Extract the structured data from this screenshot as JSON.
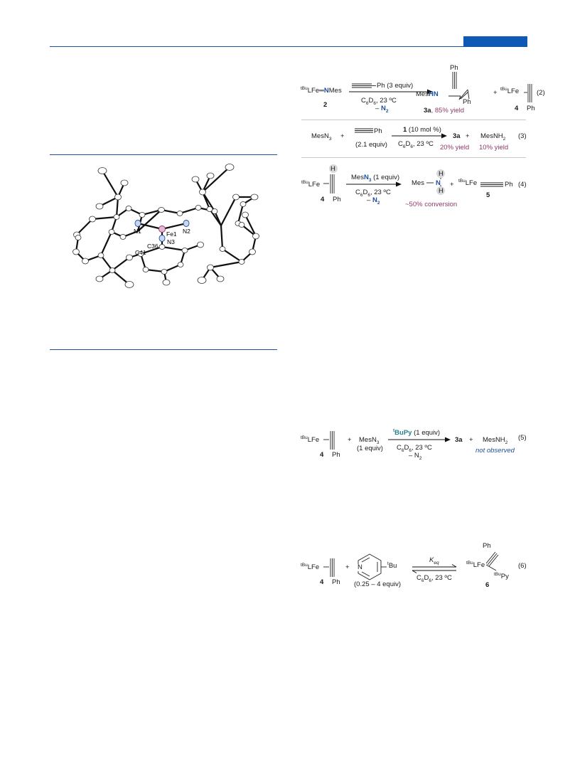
{
  "ortep": {
    "labels": {
      "n1": "N1",
      "n2": "N2",
      "n3": "N3",
      "fe1": "Fe1",
      "c36": "C36",
      "c41": "C41"
    }
  },
  "eq2": {
    "number": "(2)",
    "reactant": {
      "sup": "tBu",
      "text": "LFe",
      "bond": "═",
      "n": "N",
      "tail": "Mes",
      "id": "2"
    },
    "arrow_top": "Ph (3 equiv)",
    "arrow_bottom1": "C6D6, 23 ºC",
    "arrow_bottom2": "– N2",
    "product": {
      "mes": "Mes",
      "hn": "HN",
      "ph_top": "Ph",
      "ph_side": "Ph",
      "id": "3a",
      "yield": ", 85% yield"
    },
    "plus": "+",
    "side": {
      "sup": "tBu",
      "text": "LFe",
      "ph": "Ph",
      "id": "4"
    }
  },
  "eq3": {
    "number": "(3)",
    "reactant1": "MesN3",
    "plus1": "+",
    "reagent": "Ph",
    "reagent_equiv": "(2.1 equiv)",
    "arrow_top": "1 (10 mol %)",
    "arrow_bottom": "C6D6, 23 ºC",
    "product1": "3a",
    "plus2": "+",
    "product2": "MesNH2",
    "yield1": "20% yield",
    "yield2": "10% yield"
  },
  "eq4": {
    "number": "(4)",
    "reactant": {
      "sup": "tBu",
      "text": "LFe",
      "h": "H",
      "ph": "Ph",
      "id": "4"
    },
    "arrow_top": "MesN3 (1 equiv)",
    "arrow_bottom1": "C6D6, 23 ºC",
    "arrow_bottom2": "– N2",
    "product1": {
      "mes": "Mes",
      "n": "N",
      "h1": "H",
      "h2": "H"
    },
    "conversion": "~50% conversion",
    "plus": "+",
    "product2": {
      "sup": "tBu",
      "text": "LFe",
      "ph": "Ph",
      "id": "5"
    }
  },
  "eq5": {
    "number": "(5)",
    "reactant": {
      "sup": "tBu",
      "text": "LFe",
      "ph": "Ph",
      "id": "4"
    },
    "plus1": "+",
    "reagent": "MesN3",
    "reagent_equiv": "(1 equiv)",
    "arrow_top": "tBuPy (1 equiv)",
    "arrow_bottom1": "C6D6, 23 ºC",
    "arrow_bottom2": "– N2",
    "product1": "3a",
    "plus2": "+",
    "product2": "MesNH2",
    "note": "not observed"
  },
  "eq6": {
    "number": "(6)",
    "reactant": {
      "sup": "tBu",
      "text": "LFe",
      "ph": "Ph",
      "id": "4"
    },
    "plus": "+",
    "pyridine": {
      "n": "N",
      "sub": "tBu"
    },
    "pyridine_equiv": "(0.25 – 4 equiv)",
    "arrow_top": "Keq",
    "arrow_bottom": "C6D6, 23 ºC",
    "product": {
      "ph": "Ph",
      "sup": "tBu",
      "text": "LFe",
      "py_sup": "tBu",
      "py": "Py",
      "id": "6"
    }
  },
  "colors": {
    "accent": "#0d59b5",
    "rule": "#1f4e9a",
    "blue_atom": "#1f4e9a",
    "purple": "#8e3a6b",
    "teal": "#2a7f8f"
  }
}
